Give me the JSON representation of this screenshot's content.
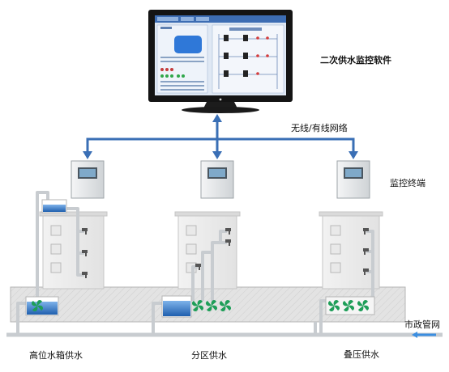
{
  "labels": {
    "software": "二次供水监控软件",
    "network": "无线/有线网络",
    "terminal": "监控终端",
    "municipal": "市政管网",
    "high_tank": "高位水箱供水",
    "zone": "分区供水",
    "pressure": "叠压供水"
  },
  "colors": {
    "network_line": "#3a6fb5",
    "pipe": "#c8ccd0",
    "ground": "#dcdcdc",
    "water": "#3f7fd0",
    "pump": "#1e9e58",
    "monitor_bezel": "#1a1a1a",
    "screen": "#dfe8f4"
  }
}
